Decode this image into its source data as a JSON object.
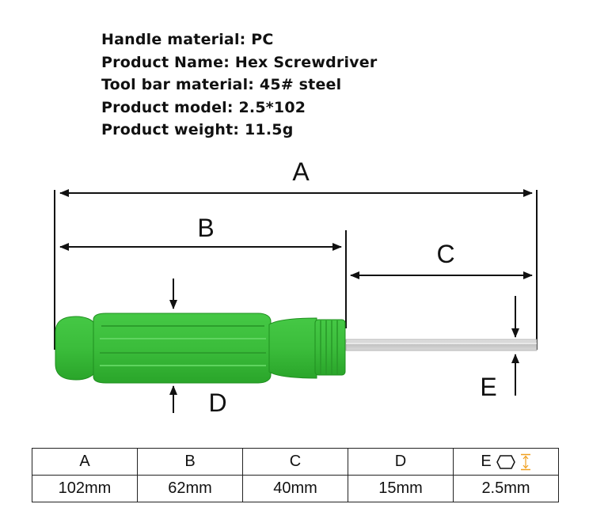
{
  "specs": [
    "Handle material: PC",
    "Product Name: Hex Screwdriver",
    "Tool bar material: 45# steel",
    "Product model: 2.5*102",
    "Product weight: 11.5g"
  ],
  "diagram": {
    "label_a": "A",
    "label_b": "B",
    "label_c": "C",
    "label_d": "D",
    "label_e": "E",
    "colors": {
      "handle": "#3fbf3f",
      "handle_dark": "#1e8f1e",
      "shaft": "#cfcfcf",
      "line": "#111111",
      "accent": "#f0a020"
    }
  },
  "table": {
    "headers": [
      "A",
      "B",
      "C",
      "D",
      "E"
    ],
    "values": [
      "102mm",
      "62mm",
      "40mm",
      "15mm",
      "2.5mm"
    ],
    "e_icons": [
      "hexagon-icon",
      "height-arrow-icon"
    ]
  }
}
